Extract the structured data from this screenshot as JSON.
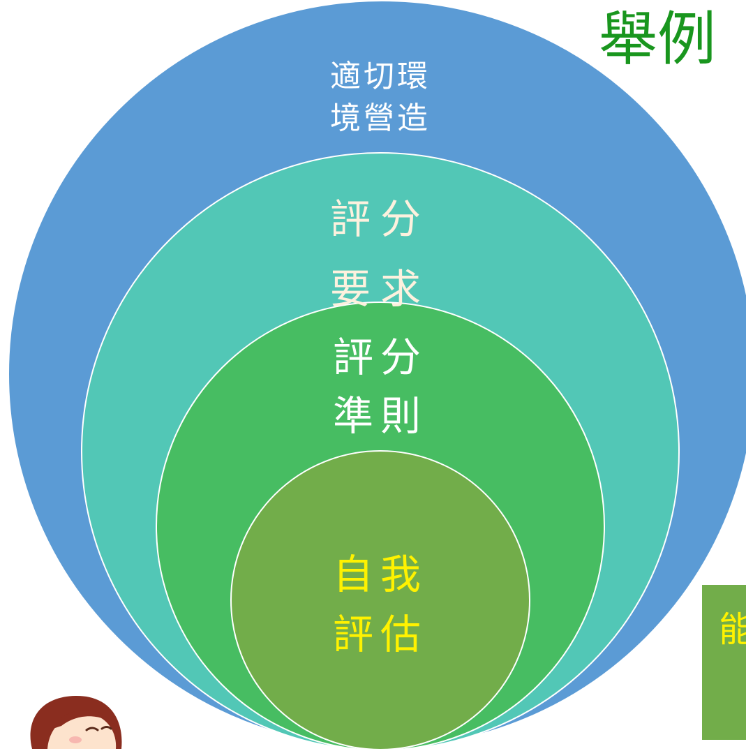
{
  "title": {
    "text": "舉例",
    "color": "#19961e"
  },
  "circles": [
    {
      "lines": [
        "適切環",
        "境營造"
      ],
      "fill": "#5b9bd5",
      "text_color": "#ffffff"
    },
    {
      "lines": [
        "評分",
        "要求"
      ],
      "fill": "#52c7b6",
      "text_color": "#fdf1de"
    },
    {
      "lines": [
        "評分",
        "準則"
      ],
      "fill": "#47bd62",
      "text_color": "#ffffff"
    },
    {
      "lines": [
        "自我",
        "評估"
      ],
      "fill": "#72ad4a",
      "text_color": "#fff200"
    }
  ],
  "side_box": {
    "text": "能",
    "fill": "#72ad4a",
    "text_color": "#fff200"
  },
  "decor": {
    "illustration": "girl-illustration-icon"
  }
}
